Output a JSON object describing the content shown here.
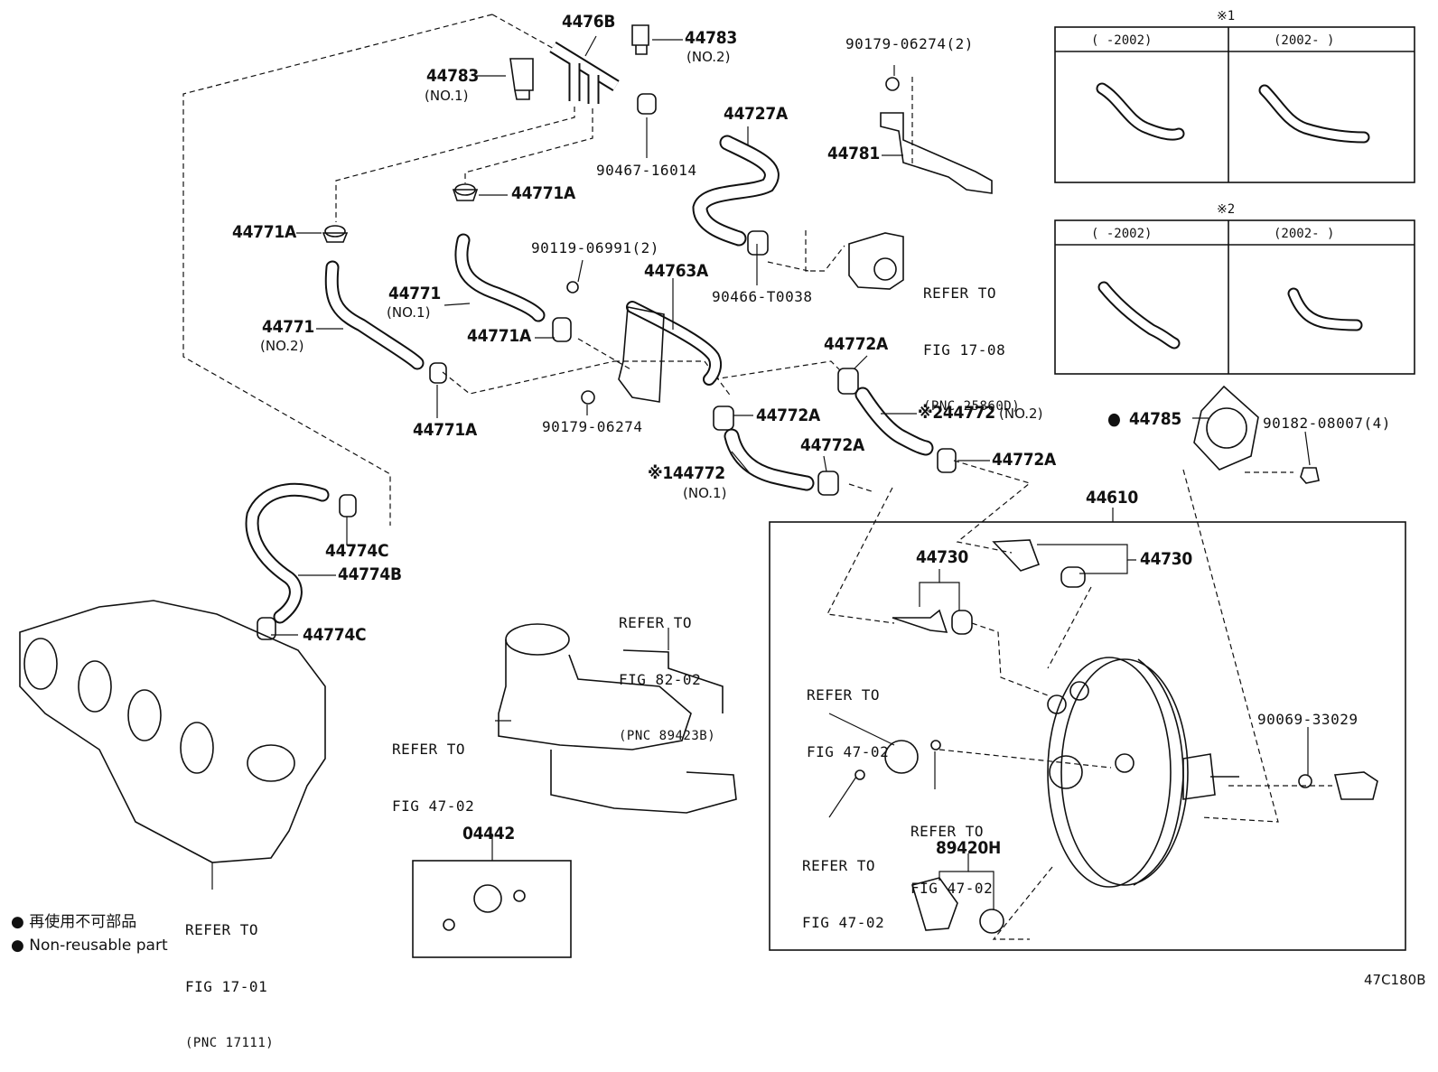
{
  "labels": {
    "p4476B": "4476B",
    "p44783_top": "44783",
    "p44783_top_sub": "(NO.2)",
    "p44783_left": "44783",
    "p44783_left_sub": "(NO.1)",
    "p90179_top": "90179-06274(2)",
    "p44727A": "44727A",
    "p90467": "90467-16014",
    "p44781": "44781",
    "p44771A_a": "44771A",
    "p44771A_b": "44771A",
    "p44771A_c": "44771A",
    "p44771A_d": "44771A",
    "p90119": "90119-06991(2)",
    "p44763A": "44763A",
    "p44771_no1": "44771",
    "p44771_no1_sub": "(NO.1)",
    "p44771_no2": "44771",
    "p44771_no2_sub": "(NO.2)",
    "p90466": "90466-T0038",
    "p90179_mid": "90179-06274",
    "p44772A_a": "44772A",
    "p44772A_b": "44772A",
    "p44772A_c": "44772A",
    "p44772A_d": "44772A",
    "p44772_no2": "※244772",
    "p44772_no2_sub": "(NO.2)",
    "p44772_no1": "※144772",
    "p44772_no1_sub": "(NO.1)",
    "p44785": "44785",
    "p90182": "90182-08007(4)",
    "p44610": "44610",
    "p44730_a": "44730",
    "p44730_b": "44730",
    "p44774C_a": "44774C",
    "p44774B": "44774B",
    "p44774C_b": "44774C",
    "p90069": "90069-33029",
    "p04442": "04442",
    "p89420H": "89420H",
    "code": "47C180B"
  },
  "refs": {
    "fig1708": [
      "REFER TO",
      "FIG 17-08",
      "(PNC 25860D)"
    ],
    "fig8202": [
      "REFER TO",
      "FIG 82-02",
      "(PNC 89423B)"
    ],
    "fig4702_a": [
      "REFER TO",
      "FIG 47-02"
    ],
    "fig4702_b": [
      "REFER TO",
      "FIG 47-02"
    ],
    "fig4702_c": [
      "REFER TO",
      "FIG 47-02"
    ],
    "fig4702_d": [
      "REFER TO",
      "FIG 47-02"
    ],
    "fig1701": [
      "REFER TO",
      "FIG 17-01",
      "(PNC 17111)"
    ]
  },
  "insets": {
    "note1": {
      "mark": "※1",
      "col1": "(    -2002)",
      "col2": "(2002-    )"
    },
    "note2": {
      "mark": "※2",
      "col1": "(    -2002)",
      "col2": "(2002-    )"
    }
  },
  "legend": {
    "jp": "● 再使用不可部品",
    "en": "● Non-reusable part"
  },
  "bullet44785": "●"
}
